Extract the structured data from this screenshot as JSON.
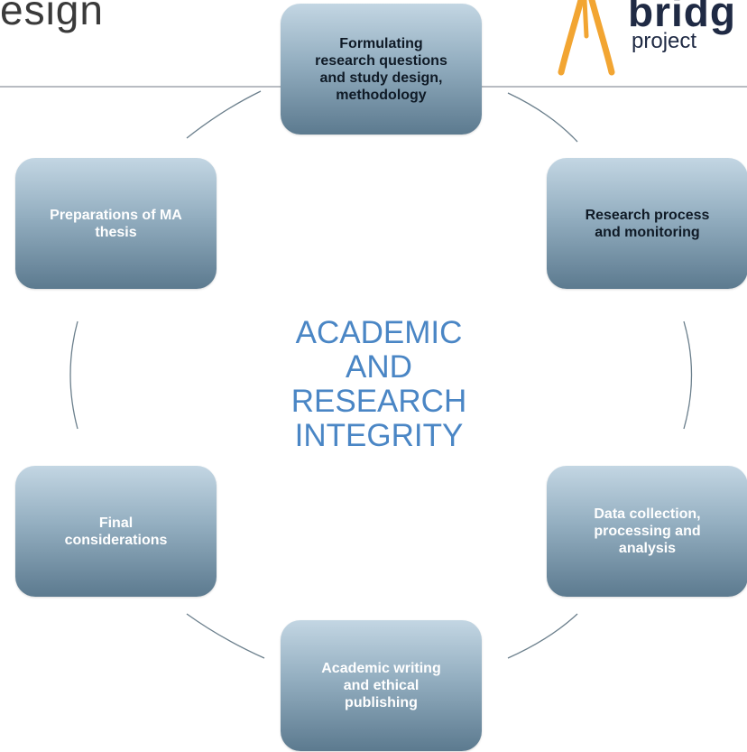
{
  "header": {
    "title_fragment": "esign"
  },
  "logo": {
    "word": "bridg",
    "sub": "project",
    "colors": {
      "arc": "#f2a532",
      "text": "#1f2a44"
    }
  },
  "diagram": {
    "center_label": "ACADEMIC\nAND\nRESEARCH\nINTEGRITY",
    "nodes": [
      {
        "label": "Formulating\nresearch questions\nand study design,\nmethodology"
      },
      {
        "label": "Research process\nand monitoring"
      },
      {
        "label": "Data collection,\nprocessing and\nanalysis"
      },
      {
        "label": "Academic writing\nand ethical\npublishing"
      },
      {
        "label": "Final\nconsiderations"
      },
      {
        "label": "Preparations of MA\nthesis"
      }
    ],
    "colors": {
      "box_top": "#c3d6e3",
      "box_bottom": "#5c7a8f",
      "connector": "#6b7f8c",
      "center_text": "#4a86c5"
    }
  }
}
